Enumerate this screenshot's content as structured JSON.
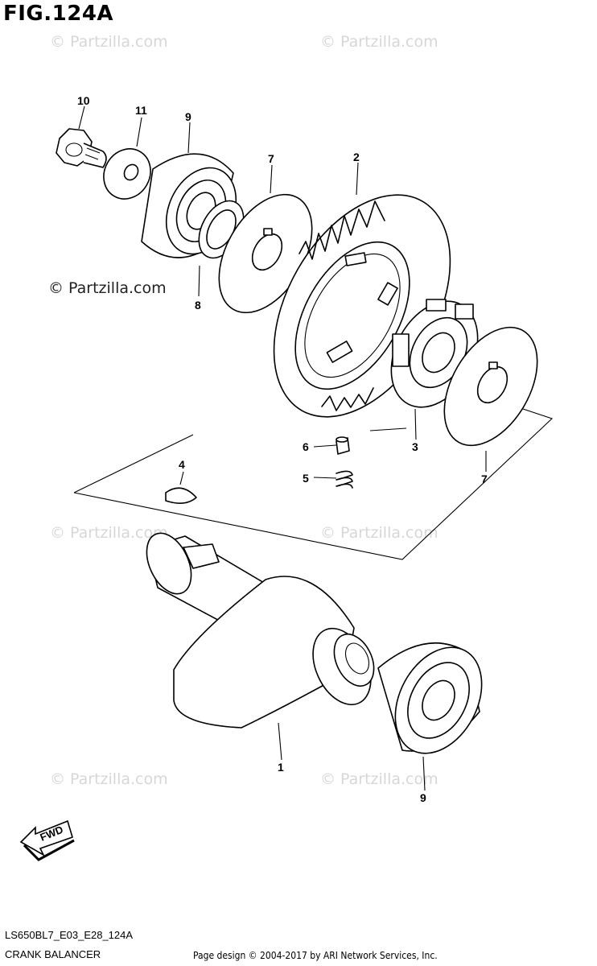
{
  "figure": {
    "title": "FIG.124A",
    "model_code": "LS650BL7_E03_E28_124A",
    "diagram_name": "CRANK BALANCER",
    "copyright": "Page design © 2004-2017 by ARI Network Services, Inc."
  },
  "watermark": {
    "text": "© Partzilla.com",
    "primary_text": "© Partzilla.com"
  },
  "fwd": {
    "label": "FWD",
    "icon": "fwd-arrow-icon"
  },
  "callouts": [
    {
      "id": "callout-10",
      "label": "10"
    },
    {
      "id": "callout-11",
      "label": "11"
    },
    {
      "id": "callout-9-top",
      "label": "9"
    },
    {
      "id": "callout-7-top",
      "label": "7"
    },
    {
      "id": "callout-2",
      "label": "2"
    },
    {
      "id": "callout-8",
      "label": "8"
    },
    {
      "id": "callout-6",
      "label": "6"
    },
    {
      "id": "callout-3",
      "label": "3"
    },
    {
      "id": "callout-4",
      "label": "4"
    },
    {
      "id": "callout-5",
      "label": "5"
    },
    {
      "id": "callout-7-bottom",
      "label": "7"
    },
    {
      "id": "callout-1",
      "label": "1"
    },
    {
      "id": "callout-9-bottom",
      "label": "9"
    }
  ],
  "colors": {
    "line": "#000000",
    "watermark": "#d7d7d7",
    "background": "#ffffff"
  }
}
